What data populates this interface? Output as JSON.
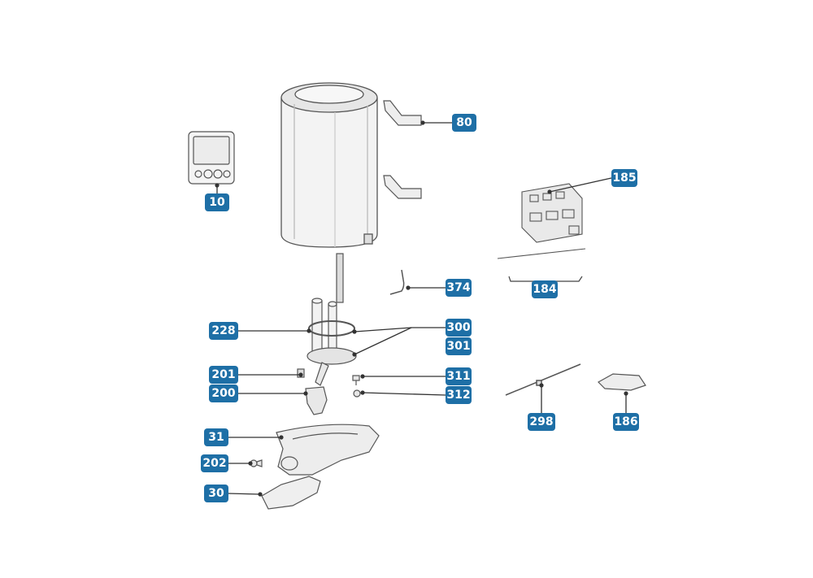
{
  "diagram": {
    "labels": [
      {
        "key": "l10",
        "text": "10"
      },
      {
        "key": "l80",
        "text": "80"
      },
      {
        "key": "l185",
        "text": "185"
      },
      {
        "key": "l184",
        "text": "184"
      },
      {
        "key": "l374",
        "text": "374"
      },
      {
        "key": "l228",
        "text": "228"
      },
      {
        "key": "l300",
        "text": "300"
      },
      {
        "key": "l301",
        "text": "301"
      },
      {
        "key": "l201",
        "text": "201"
      },
      {
        "key": "l311",
        "text": "311"
      },
      {
        "key": "l200",
        "text": "200"
      },
      {
        "key": "l312",
        "text": "312"
      },
      {
        "key": "l298",
        "text": "298"
      },
      {
        "key": "l186",
        "text": "186"
      },
      {
        "key": "l31",
        "text": "31"
      },
      {
        "key": "l202",
        "text": "202"
      },
      {
        "key": "l30",
        "text": "30"
      }
    ],
    "label_color": "#1e6fa6",
    "line_color": "#333333"
  }
}
